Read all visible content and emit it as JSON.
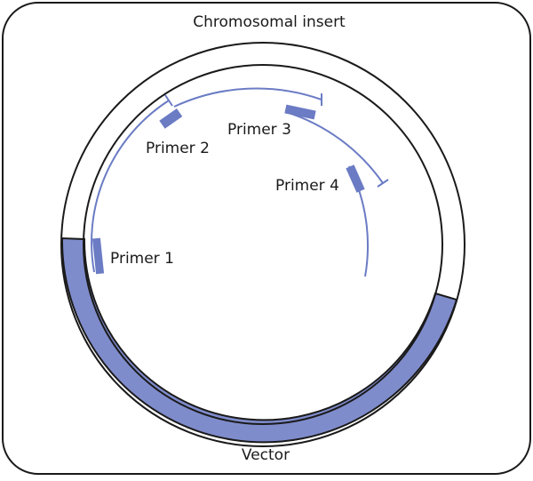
{
  "diagram": {
    "top_label": "Chromosomal insert",
    "bottom_label": "Vector",
    "primers": [
      {
        "id": "1",
        "label": "Primer 1"
      },
      {
        "id": "2",
        "label": "Primer 2"
      },
      {
        "id": "3",
        "label": "Primer 3"
      },
      {
        "id": "4",
        "label": "Primer 4"
      }
    ],
    "colors": {
      "vector_fill": "#7f8ccc",
      "strand": "#6b7cc4",
      "outline": "#1a1a1a",
      "background": "#ffffff"
    }
  }
}
